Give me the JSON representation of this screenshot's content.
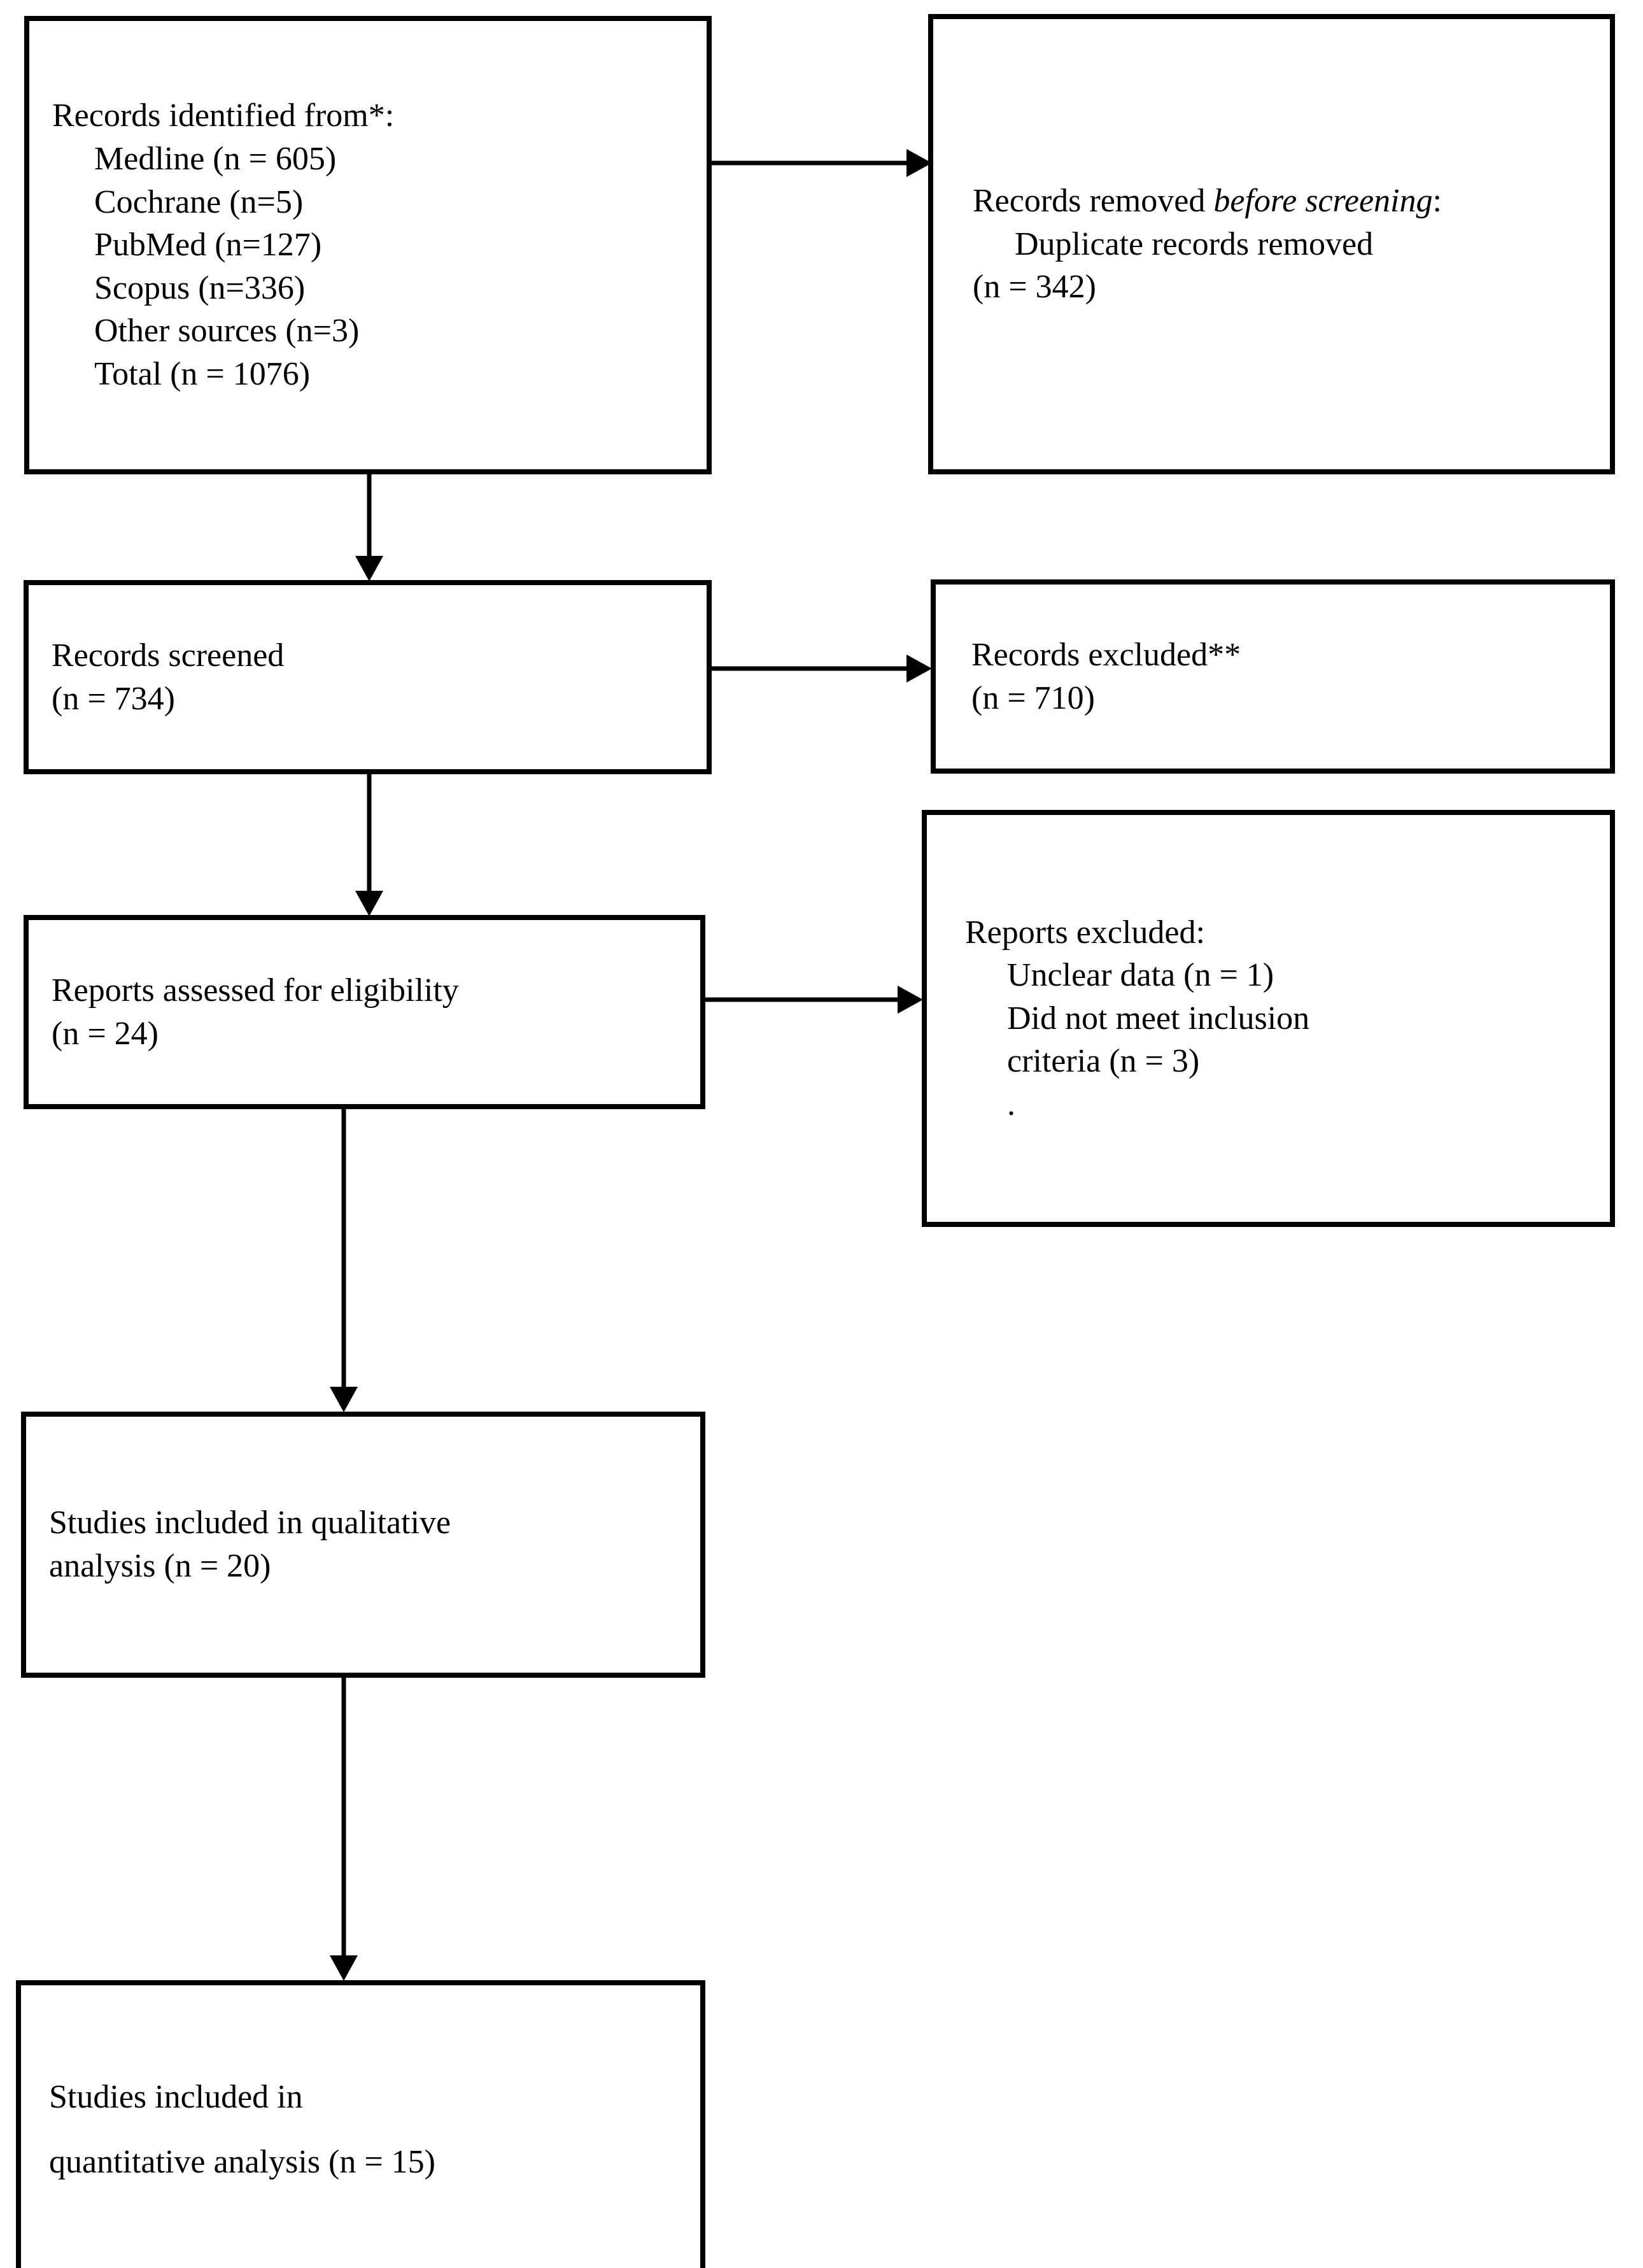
{
  "diagram": {
    "type": "PRISMA flow diagram",
    "boxes": {
      "identified": {
        "heading": "Records identified from*:",
        "items": [
          "Medline (n = 605)",
          "Cochrane (n=5)",
          "PubMed (n=127)",
          "Scopus (n=336)",
          "Other sources (n=3)",
          "Total (n = 1076)"
        ]
      },
      "removed_before_screening": {
        "heading_pre": "Records removed ",
        "heading_italic": "before screening",
        "heading_post": ":",
        "items": [
          "Duplicate records removed"
        ],
        "count": "(n = 342)"
      },
      "screened": {
        "line1": "Records screened",
        "line2": "(n = 734)"
      },
      "records_excluded": {
        "line1": "Records excluded**",
        "line2": "(n = 710)"
      },
      "eligibility": {
        "line1": "Reports assessed for eligibility",
        "line2": "(n = 24)"
      },
      "reports_excluded": {
        "heading": "Reports excluded:",
        "items": [
          "Unclear data (n = 1)",
          "Did not meet inclusion",
          "criteria (n = 3)",
          "."
        ]
      },
      "qualitative": {
        "line1": "Studies included in qualitative",
        "line2": "analysis (n = 20)"
      },
      "quantitative": {
        "line1": "Studies included in",
        "line2": "quantitative analysis (n = 15)"
      }
    },
    "connectors": [
      "identified-to-removed",
      "identified-to-screened",
      "screened-to-records-excluded",
      "screened-to-eligibility",
      "eligibility-to-reports-excluded",
      "eligibility-to-qualitative",
      "qualitative-to-quantitative"
    ],
    "colors": {
      "stroke": "#000000",
      "background": "#ffffff",
      "text": "#000000"
    }
  }
}
